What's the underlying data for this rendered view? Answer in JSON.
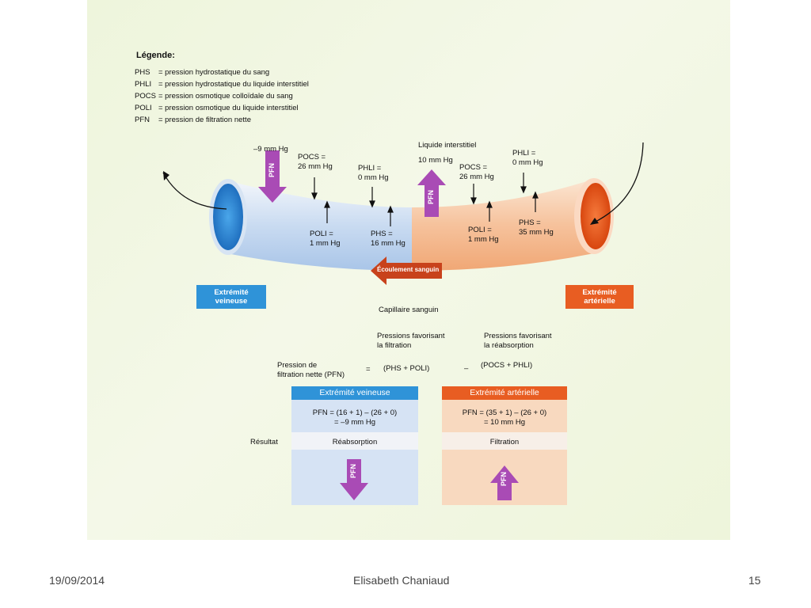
{
  "legend": {
    "title": "Légende:",
    "items": [
      {
        "abbr": "PHS",
        "def": "= pression hydrostatique du sang"
      },
      {
        "abbr": "PHLI",
        "def": "= pression hydrostatique du liquide interstitiel"
      },
      {
        "abbr": "POCS",
        "def": "= pression osmotique colloïdale du sang"
      },
      {
        "abbr": "POLI",
        "def": "= pression osmotique du liquide interstitiel"
      },
      {
        "abbr": "PFN",
        "def": "= pression de filtration nette"
      }
    ]
  },
  "capillary": {
    "venous_pfn": "–9 mm Hg",
    "venous_pocs": [
      "POCS =",
      "26 mm Hg"
    ],
    "venous_phli": [
      "PHLI =",
      "0 mm Hg"
    ],
    "venous_poli": [
      "POLI =",
      "1 mm Hg"
    ],
    "venous_phs": [
      "PHS =",
      "16 mm Hg"
    ],
    "interstitial": [
      "Liquide interstitiel",
      "10 mm Hg"
    ],
    "arterial_pocs": [
      "POCS =",
      "26 mm Hg"
    ],
    "arterial_phli": [
      "PHLI =",
      "0 mm Hg"
    ],
    "arterial_poli": [
      "POLI =",
      "1 mm Hg"
    ],
    "arterial_phs": [
      "PHS =",
      "35 mm Hg"
    ],
    "pfn_label": "PFN",
    "flow_label": "Écoulement sanguin",
    "venous_end": [
      "Extrémité",
      "veineuse"
    ],
    "arterial_end": [
      "Extrémité",
      "artérielle"
    ],
    "capillary_label": "Capillaire sanguin"
  },
  "equation": {
    "head_filtration": [
      "Pressions favorisant",
      "la filtration"
    ],
    "head_reabsorption": [
      "Pressions favorisant",
      "la réabsorption"
    ],
    "label": [
      "Pression de",
      "filtration nette (PFN)"
    ],
    "equals": "=",
    "filtration_term": "(PHS + POLI)",
    "minus": "–",
    "reabsorption_term": "(POCS + PHLI)"
  },
  "table": {
    "result_label": "Résultat",
    "venous": {
      "title": "Extrémité veineuse",
      "calc": [
        "PFN = (16 + 1) – (26 + 0)",
        "= –9 mm Hg"
      ],
      "result": "Réabsorption"
    },
    "arterial": {
      "title": "Extrémité artérielle",
      "calc": [
        "PFN = (35 + 1) – (26 + 0)",
        "= 10 mm Hg"
      ],
      "result": "Filtration"
    }
  },
  "footer": {
    "date": "19/09/2014",
    "author": "Elisabeth Chaniaud",
    "page": "15"
  },
  "colors": {
    "venous": "#2f93d8",
    "arterial": "#e85d22",
    "pfn_arrow": "#a94bb5",
    "flow_arrow": "#c8421c"
  }
}
